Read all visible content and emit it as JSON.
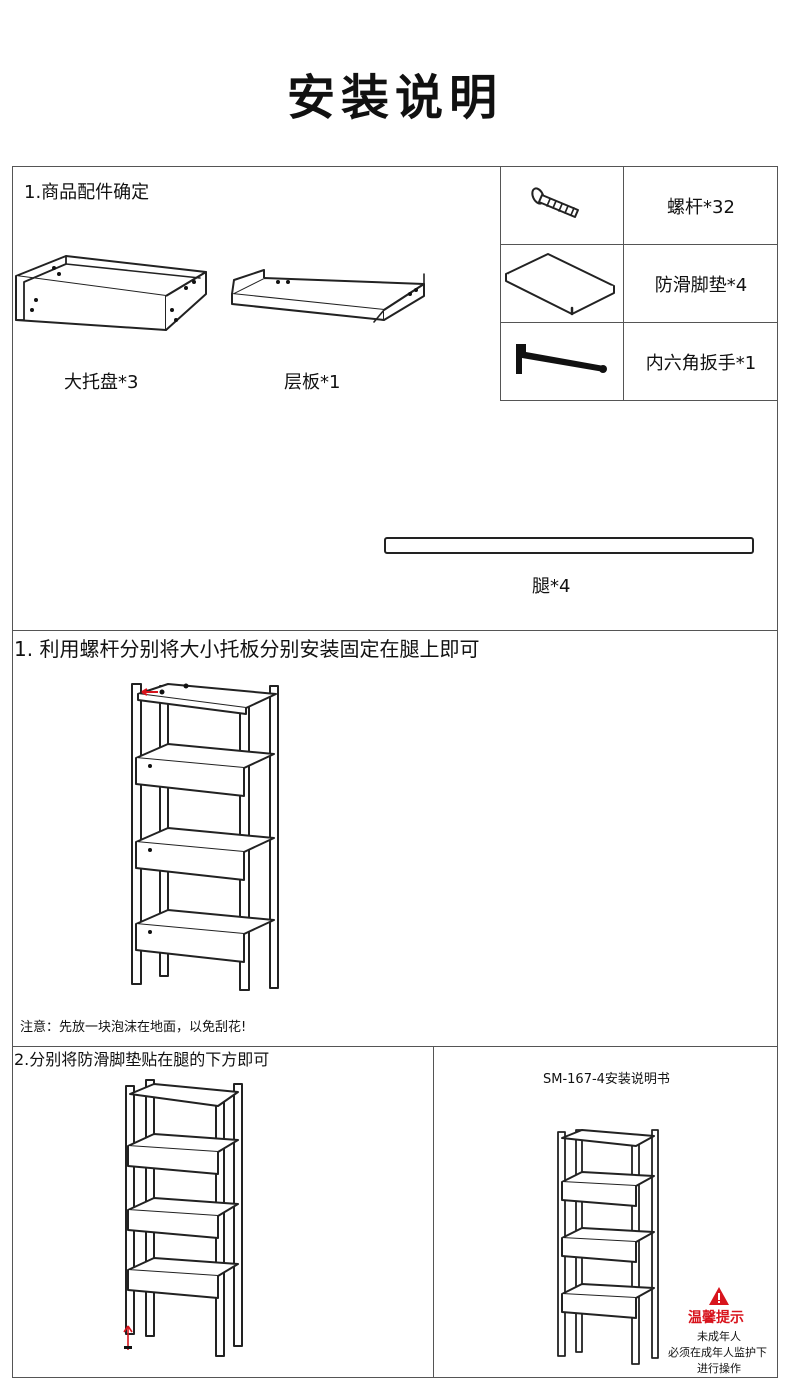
{
  "page_title": "安装说明",
  "section1": {
    "heading": "1.商品配件确定",
    "parts": [
      {
        "label": "大托盘*3",
        "icon": "large-tray-icon"
      },
      {
        "label": "层板*1",
        "icon": "shelf-board-icon"
      },
      {
        "label": "腿*4",
        "icon": "leg-bar-icon"
      }
    ],
    "hardware": [
      {
        "label": "螺杆*32",
        "icon": "screw-icon"
      },
      {
        "label": "防滑脚垫*4",
        "icon": "anti-slip-pad-icon"
      },
      {
        "label": "内六角扳手*1",
        "icon": "hex-key-icon"
      }
    ]
  },
  "section2": {
    "heading": "1. 利用螺杆分别将大小托板分别安装固定在腿上即可",
    "note": "注意：先放一块泡沫在地面，以免刮花!"
  },
  "section3": {
    "heading": "2.分别将防滑脚垫贴在腿的下方即可",
    "manual_title": "SM-167-4安装说明书",
    "warning_title": "温馨提示",
    "warning_lines": [
      "未成年人",
      "必须在成年人监护下",
      "进行操作"
    ],
    "accent_color": "#d8141d"
  }
}
